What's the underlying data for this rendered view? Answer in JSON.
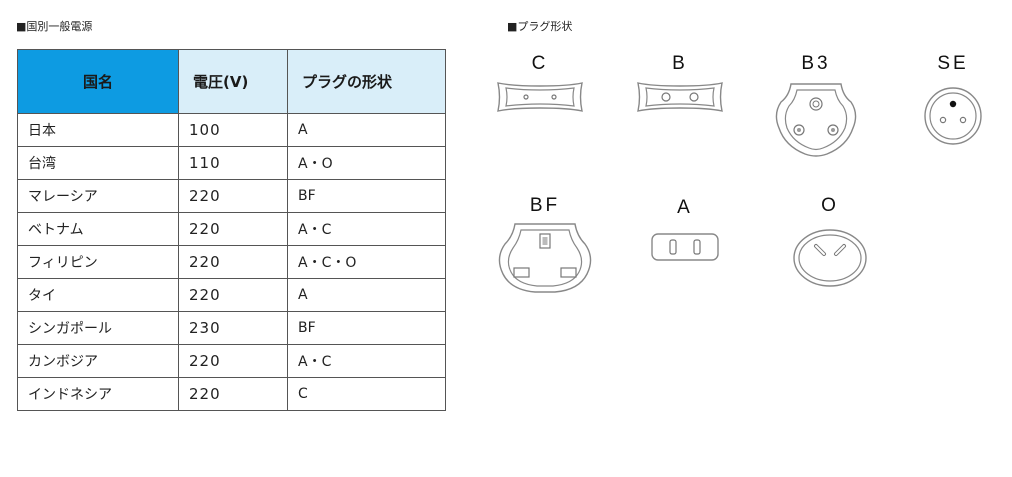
{
  "left_section": {
    "title": "■国別一般電源"
  },
  "right_section": {
    "title": "■プラグ形状"
  },
  "table": {
    "headers": [
      "国名",
      "電圧(V)",
      "プラグの形状"
    ],
    "rows": [
      [
        "日本",
        "100",
        "A"
      ],
      [
        "台湾",
        "110",
        "A・O"
      ],
      [
        "マレーシア",
        "220",
        "BF"
      ],
      [
        "ベトナム",
        "220",
        "A・C"
      ],
      [
        "フィリピン",
        "220",
        "A・C・O"
      ],
      [
        "タイ",
        "220",
        "A"
      ],
      [
        "シンガポール",
        "230",
        "BF"
      ],
      [
        "カンボジア",
        "220",
        "A・C"
      ],
      [
        "インドネシア",
        "220",
        "C"
      ]
    ]
  },
  "plugs": [
    {
      "label": "C",
      "icon": "plug-type-c-icon"
    },
    {
      "label": "B",
      "icon": "plug-type-b-icon"
    },
    {
      "label": "B3",
      "icon": "plug-type-b3-icon"
    },
    {
      "label": "SE",
      "icon": "plug-type-se-icon"
    },
    {
      "label": "BF",
      "icon": "plug-type-bf-icon"
    },
    {
      "label": "A",
      "icon": "plug-type-a-icon"
    },
    {
      "label": "O",
      "icon": "plug-type-o-icon"
    }
  ],
  "colors": {
    "header_accent": "#0d9be2",
    "header_light": "#d9eef9",
    "border": "#555555"
  }
}
